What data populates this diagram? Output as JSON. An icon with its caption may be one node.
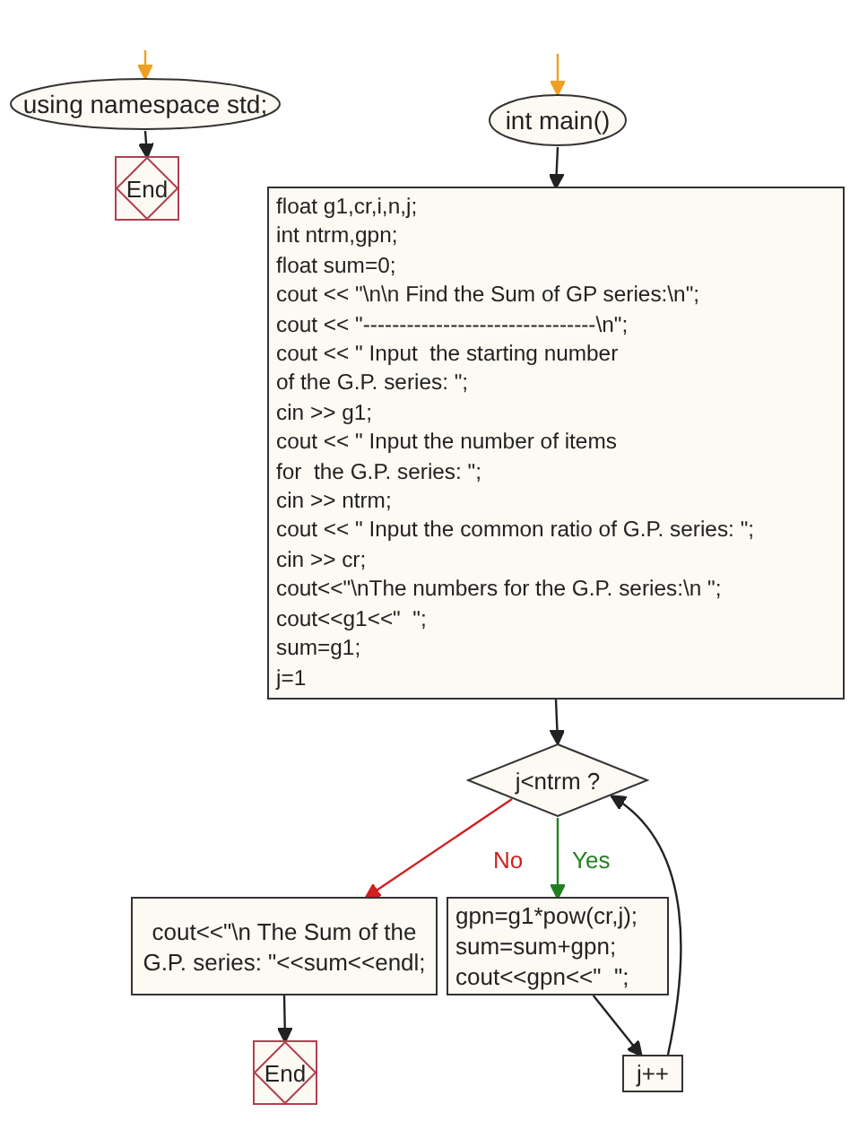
{
  "diagram": {
    "nodes": [
      {
        "text": [
          "using namespace std;"
        ]
      },
      {
        "text": [
          "End"
        ]
      },
      {
        "text": [
          "int main()"
        ]
      },
      {
        "text": [
          "float g1,cr,i,n,j;",
          "int ntrm,gpn;",
          "float sum=0;",
          "cout << \"\\n\\n Find the Sum of GP series:\\n\";",
          "cout << \"--------------------------------\\n\";",
          "cout << \" Input  the starting number of the G.P. series: \";",
          "cin >> g1;",
          "cout << \" Input the number of items for  the G.P. series: \";",
          "cin >> ntrm;",
          "cout << \" Input the common ratio of G.P. series: \";",
          "cin >> cr;",
          "cout<<\"\\nThe numbers for the G.P. series:\\n \";",
          "cout<<g1<<\"  \";",
          "sum=g1;",
          "j=1"
        ]
      },
      {
        "text": [
          "j<ntrm ?"
        ]
      },
      {
        "text": [
          "cout<<\"\\n The Sum of the G.P. series: \"<<sum<<endl;"
        ]
      },
      {
        "text": [
          "gpn=g1*pow(cr,j);",
          "sum=sum+gpn;",
          "cout<<gpn<<\"  \";"
        ]
      },
      {
        "text": [
          "End"
        ]
      },
      {
        "text": [
          "j++"
        ]
      }
    ],
    "edges": [
      {
        "from": null,
        "to": 0,
        "arrow": "to",
        "color": "#f0a020"
      },
      {
        "from": 0,
        "to": 1,
        "arrow": "to"
      },
      {
        "from": null,
        "to": 2,
        "arrow": "to",
        "color": "#f0a020"
      },
      {
        "from": 2,
        "to": 3,
        "arrow": "to"
      },
      {
        "from": 3,
        "to": 4,
        "arrow": "to"
      },
      {
        "from": 4,
        "to": 5,
        "arrow": "to",
        "label": "No",
        "color": "#d02020"
      },
      {
        "from": 4,
        "to": 6,
        "arrow": "to",
        "label": "Yes",
        "color": "#208020"
      },
      {
        "from": 5,
        "to": 7,
        "arrow": "to"
      },
      {
        "from": 6,
        "to": 8,
        "arrow": "to"
      },
      {
        "from": 8,
        "to": 4,
        "arrow": "to"
      }
    ]
  }
}
